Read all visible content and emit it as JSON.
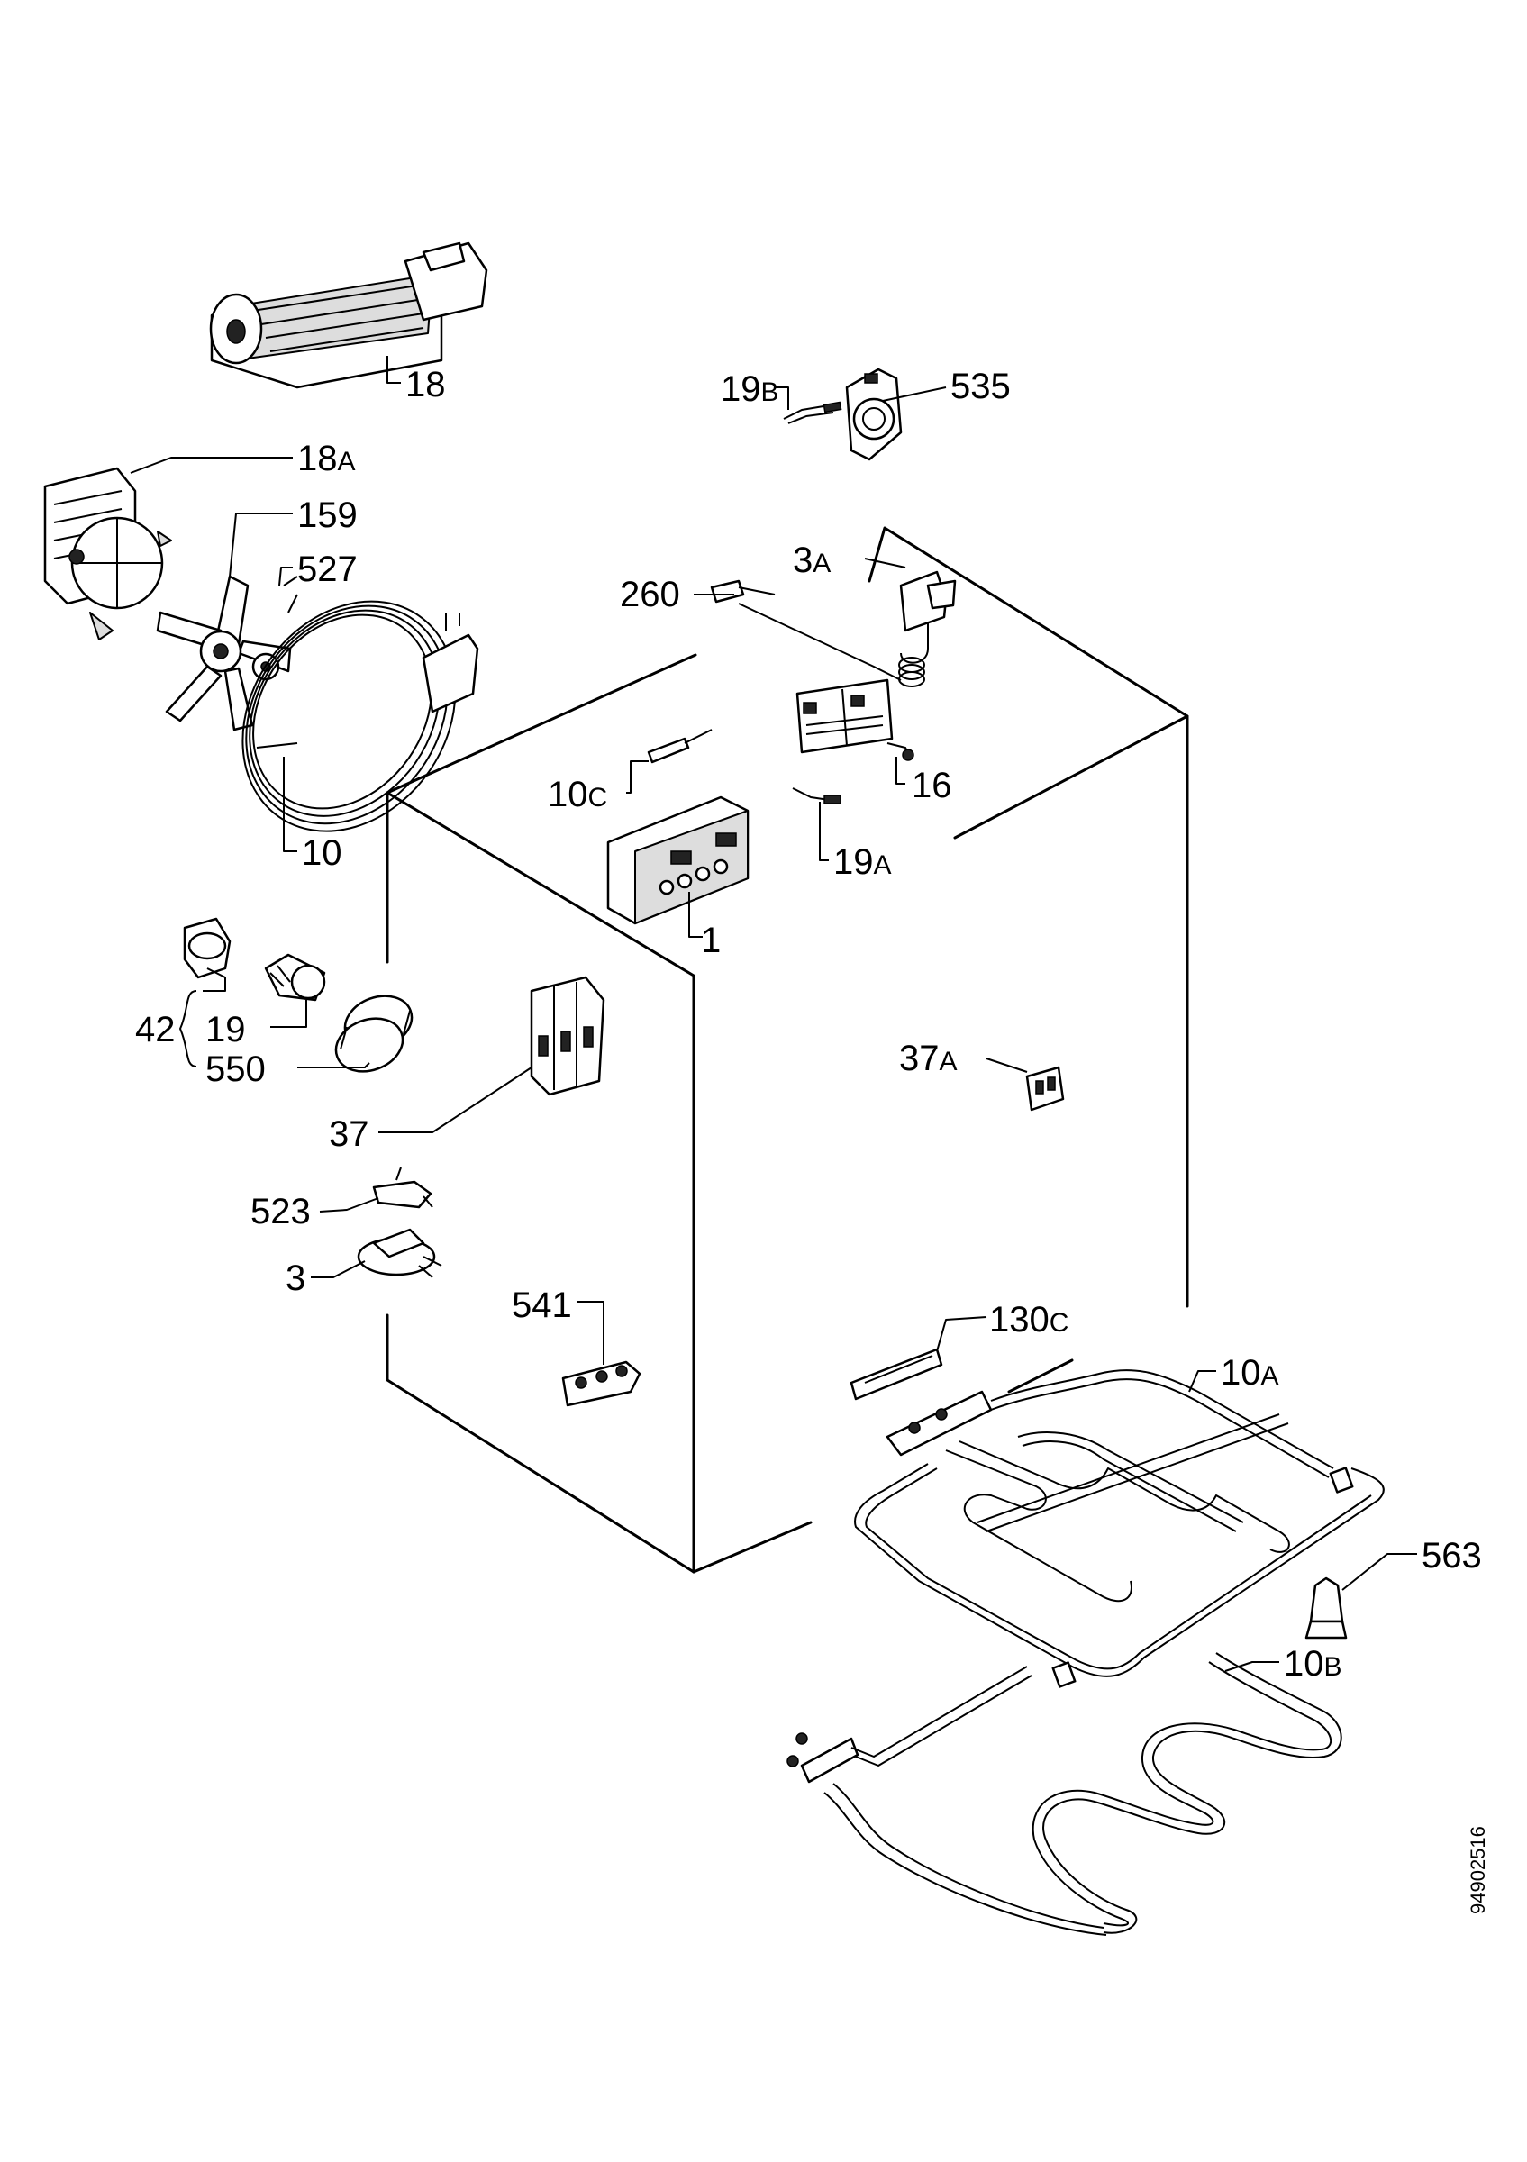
{
  "labels": {
    "l18": {
      "num": "18",
      "suf": ""
    },
    "l19b": {
      "num": "19",
      "suf": "B"
    },
    "l535": {
      "num": "535",
      "suf": ""
    },
    "l18a": {
      "num": "18",
      "suf": "A"
    },
    "l159": {
      "num": "159",
      "suf": ""
    },
    "l527": {
      "num": "527",
      "suf": ""
    },
    "l3a": {
      "num": "3",
      "suf": "A"
    },
    "l260": {
      "num": "260",
      "suf": ""
    },
    "l10c": {
      "num": "10",
      "suf": "C"
    },
    "l16": {
      "num": "16",
      "suf": ""
    },
    "l10": {
      "num": "10",
      "suf": ""
    },
    "l19a": {
      "num": "19",
      "suf": "A"
    },
    "l1": {
      "num": "1",
      "suf": ""
    },
    "l42": {
      "num": "42",
      "suf": ""
    },
    "l19": {
      "num": "19",
      "suf": ""
    },
    "l550": {
      "num": "550",
      "suf": ""
    },
    "l37a": {
      "num": "37",
      "suf": "A"
    },
    "l37": {
      "num": "37",
      "suf": ""
    },
    "l523": {
      "num": "523",
      "suf": ""
    },
    "l3": {
      "num": "3",
      "suf": ""
    },
    "l541": {
      "num": "541",
      "suf": ""
    },
    "l130c": {
      "num": "130",
      "suf": "C"
    },
    "l10a": {
      "num": "10",
      "suf": "A"
    },
    "l563": {
      "num": "563",
      "suf": ""
    },
    "l10b": {
      "num": "10",
      "suf": "B"
    }
  },
  "document_number": "94902516"
}
